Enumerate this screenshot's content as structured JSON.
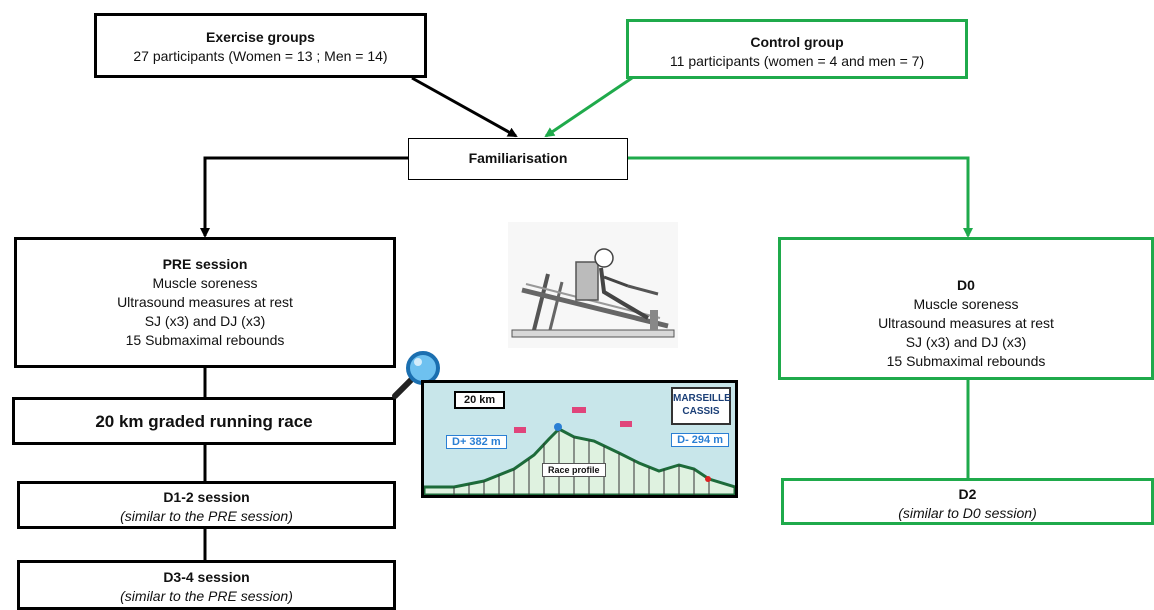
{
  "exercise_group": {
    "title": "Exercise groups",
    "detail": "27 participants (Women = 13 ; Men = 14)"
  },
  "control_group": {
    "title": "Control group",
    "detail": "11 participants (women = 4 and men = 7)"
  },
  "familiarisation": {
    "label": "Familiarisation"
  },
  "pre_session": {
    "title": "PRE session",
    "lines": [
      "Muscle soreness",
      "Ultrasound measures at rest",
      "SJ (x3) and DJ (x3)",
      "15 Submaximal rebounds"
    ]
  },
  "d0_session": {
    "title": "D0",
    "lines": [
      "Muscle soreness",
      "Ultrasound measures at rest",
      "SJ (x3) and DJ (x3)",
      "15 Submaximal rebounds"
    ]
  },
  "race": {
    "label": "20 km graded running race"
  },
  "d12_session": {
    "title": "D1-2 session",
    "note": "(similar to the PRE session)"
  },
  "d34_session": {
    "title": "D3-4 session",
    "note": "(similar to the PRE session)"
  },
  "d2_session": {
    "title": "D2",
    "note": "(similar to D0 session)"
  },
  "race_profile": {
    "distance": "20 km",
    "logo_line1": "MARSEILLE",
    "logo_line2": "CASSIS",
    "ascent": "D+ 382 m",
    "descent": "D- 294 m",
    "profile_label": "Race profile"
  },
  "colors": {
    "exercise": "#000000",
    "control": "#1faa4b"
  },
  "icons": [
    "magnifier-icon",
    "sled-jump-icon"
  ]
}
